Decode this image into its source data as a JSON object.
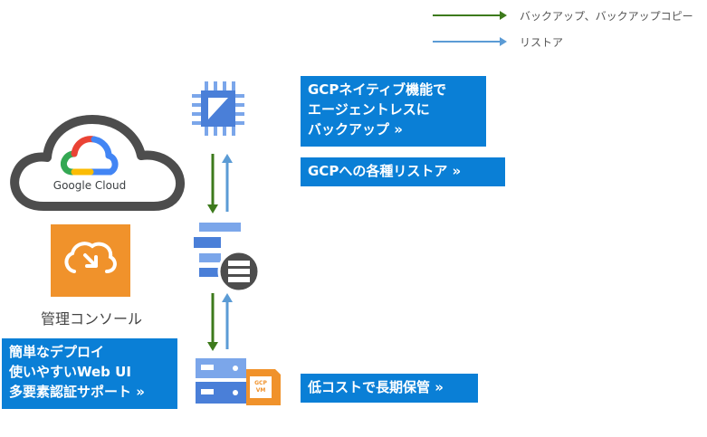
{
  "legend": {
    "backup_label": "バックアップ、バックアップコピー",
    "restore_label": "リストア",
    "backup_color": "#3d7a1c",
    "restore_color": "#5b9bd5"
  },
  "cloud": {
    "brand": "Google Cloud"
  },
  "console": {
    "label": "管理コンソール"
  },
  "callouts": {
    "native": [
      "GCPネイティブ機能で",
      "エージェントレスに",
      "バックアップ »"
    ],
    "restore": [
      "GCPへの各種リストア »"
    ],
    "storage": [
      "低コストで長期保管 »"
    ],
    "features": [
      "簡単なデプロイ",
      "使いやすいWeb UI",
      "多要素認証サポート »"
    ]
  },
  "vm_badge": {
    "line1": "GCP",
    "line2": "VM"
  },
  "colors": {
    "callout_bg": "#0a7fd6",
    "console_orange": "#f0922b",
    "gcp_blue": "#4a7fd8"
  }
}
